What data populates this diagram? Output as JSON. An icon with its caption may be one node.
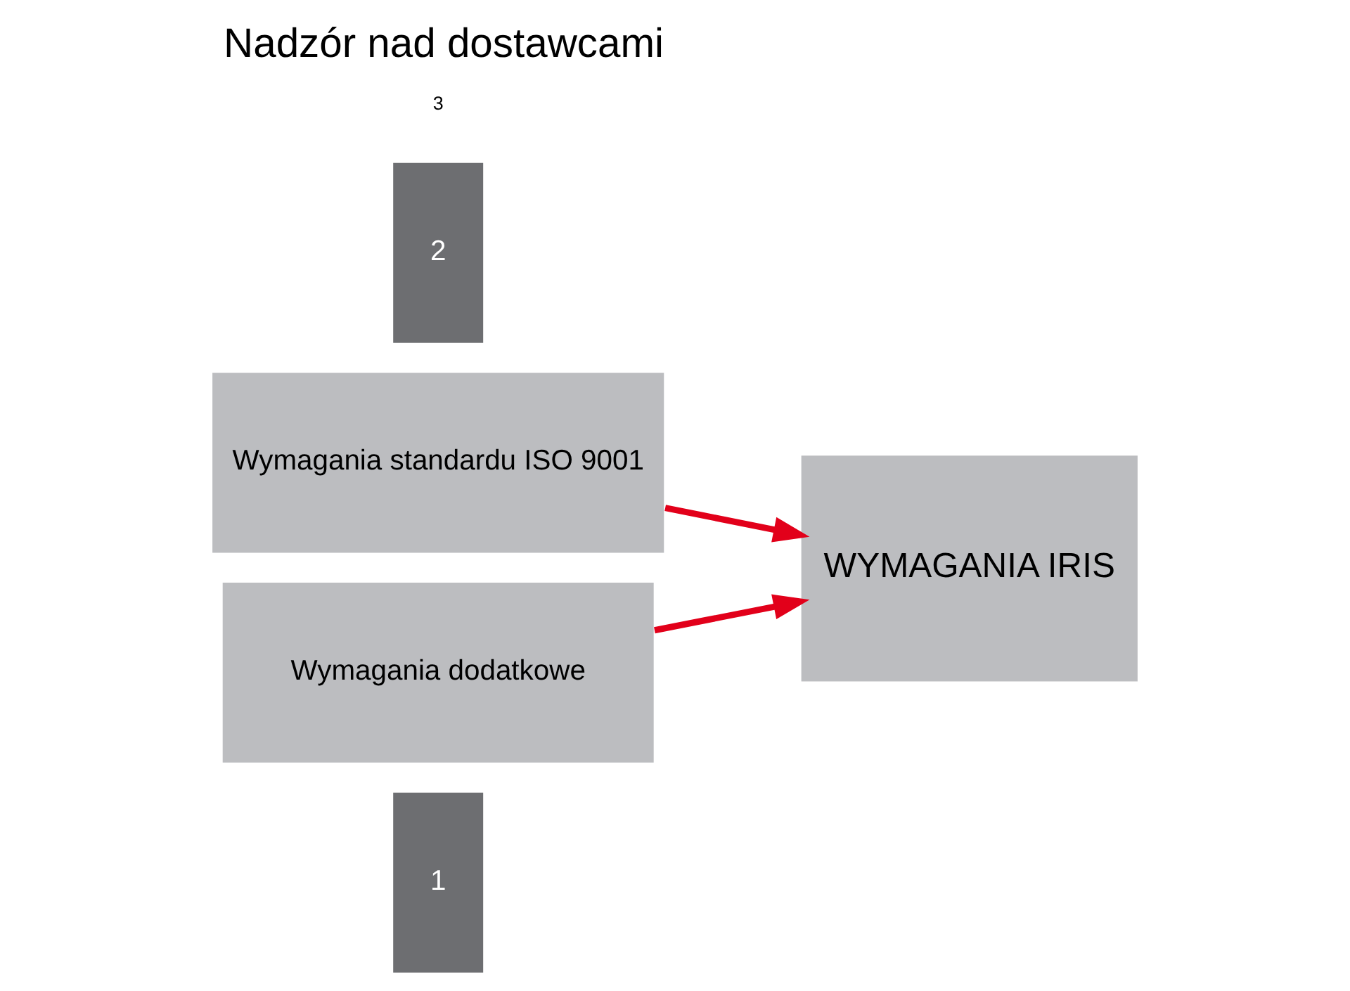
{
  "diagram": {
    "title": "Nadzór nad dostawcami",
    "nodes": [
      {
        "text": [
          "1"
        ]
      },
      {
        "text": [
          "Wymagania standardu ISO 9001"
        ]
      },
      {
        "text": [
          "2"
        ]
      },
      {
        "text": [
          "Wymagania dodatkowe"
        ]
      },
      {
        "text": [
          "WYMAGANIA IRIS"
        ]
      }
    ],
    "edges": [
      {
        "from": 1,
        "to": 4,
        "arrow": "to"
      },
      {
        "from": 3,
        "to": 4,
        "arrow": "to"
      }
    ],
    "labels": [
      "3"
    ]
  }
}
